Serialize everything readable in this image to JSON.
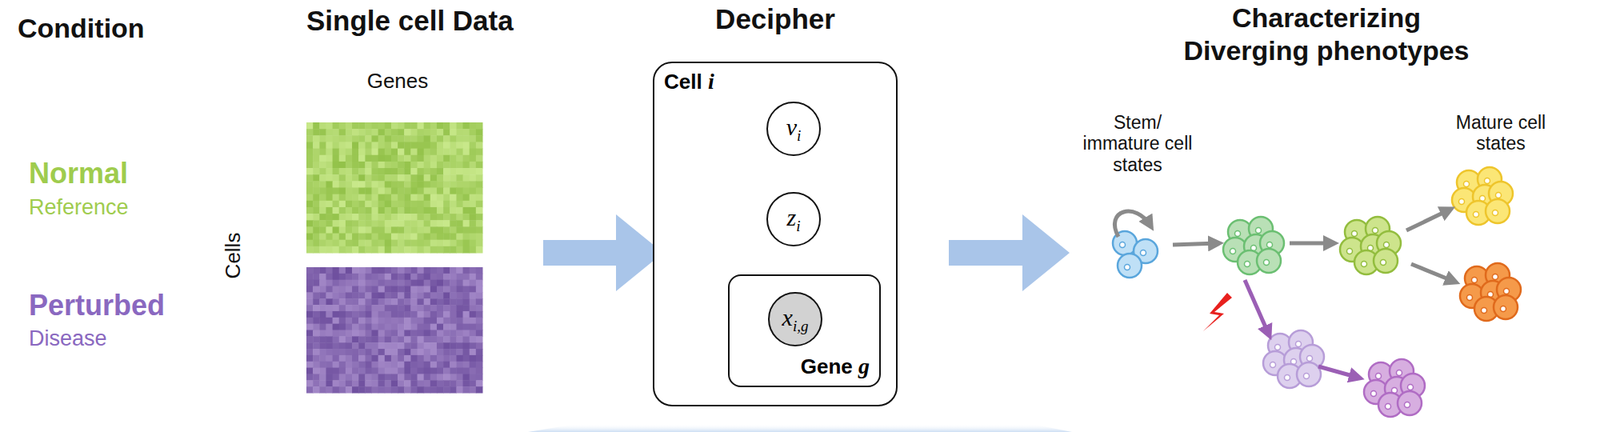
{
  "diagram": {
    "nodes": [
      {
        "text": [
          "Cell i"
        ]
      },
      {
        "text": [
          "vi"
        ],
        "in": 0
      },
      {
        "text": [
          "zi"
        ],
        "in": 0
      },
      {
        "text": [
          "Gene g"
        ],
        "in": 0
      },
      {
        "text": [
          "xi,g"
        ],
        "in": 3
      }
    ],
    "edges": [
      {
        "from": 1,
        "to": 2,
        "arrow": "to"
      },
      {
        "from": 2,
        "to": 4,
        "arrow": "to"
      }
    ],
    "labels": [
      "Condition",
      "Normal",
      "Reference",
      "Perturbed",
      "Disease",
      "Single cell Data",
      "Genes",
      "Cells",
      "Decipher",
      "Characterizing Diverging phenotypes",
      "Stem/ immature cell states",
      "Mature cell states"
    ]
  }
}
